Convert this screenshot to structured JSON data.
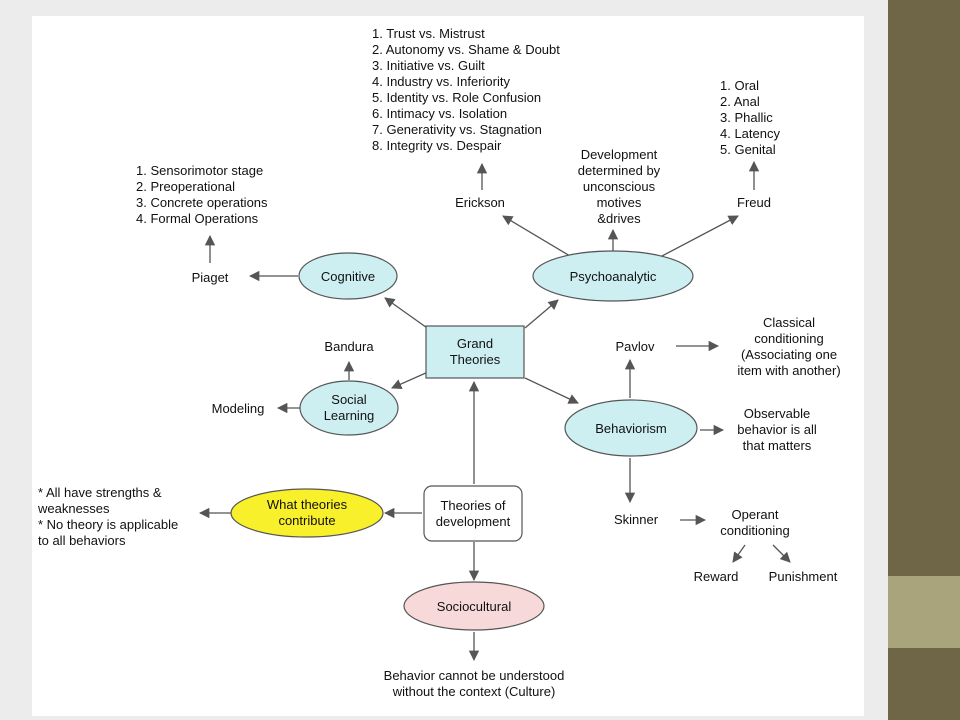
{
  "nodes": {
    "grand_theories": [
      "Grand",
      "Theories"
    ],
    "cognitive": "Cognitive",
    "psychoanalytic": "Psychoanalytic",
    "social_learning": [
      "Social",
      "Learning"
    ],
    "behaviorism": "Behaviorism",
    "theories_of_development": [
      "Theories of",
      "development"
    ],
    "what_theories_contribute": [
      "What theories",
      "contribute"
    ],
    "sociocultural": "Sociocultural"
  },
  "labels": {
    "piaget": "Piaget",
    "erickson": "Erickson",
    "freud": "Freud",
    "bandura": "Bandura",
    "modeling": "Modeling",
    "pavlov": "Pavlov",
    "skinner": "Skinner",
    "reward": "Reward",
    "punishment": "Punishment"
  },
  "lists": {
    "piaget_stages": [
      "1. Sensorimotor stage",
      "2. Preoperational",
      "3. Concrete operations",
      "4. Formal Operations"
    ],
    "erickson_stages": [
      "1. Trust vs. Mistrust",
      "2. Autonomy vs. Shame & Doubt",
      "3. Initiative vs. Guilt",
      "4. Industry vs. Inferiority",
      "5. Identity vs. Role Confusion",
      "6. Intimacy vs. Isolation",
      "7. Generativity vs. Stagnation",
      "8. Integrity vs. Despair"
    ],
    "freud_stages": [
      "1. Oral",
      "2. Anal",
      "3. Phallic",
      "4. Latency",
      "5. Genital"
    ],
    "development_determined": [
      "Development",
      "determined by",
      "unconscious",
      "motives",
      "&drives"
    ],
    "classical_conditioning": [
      "Classical",
      "conditioning",
      "(Associating one",
      "item with another)"
    ],
    "observable_behavior": [
      "Observable",
      "behavior is all",
      "that matters"
    ],
    "operant_conditioning": [
      "Operant",
      "conditioning"
    ],
    "contributions": [
      "* All have strengths &",
      "weaknesses",
      "* No theory is applicable",
      "to all behaviors"
    ],
    "sociocultural_note": [
      "Behavior cannot be understood",
      "without the context (Culture)"
    ]
  },
  "colors": {
    "cyan_fill": "#cdeff2",
    "yellow_fill": "#f8f02a",
    "pink_fill": "#f8d9d9",
    "box_fill": "#ffffff",
    "side_dark": "#6e6647",
    "side_light": "#a9a47c"
  }
}
